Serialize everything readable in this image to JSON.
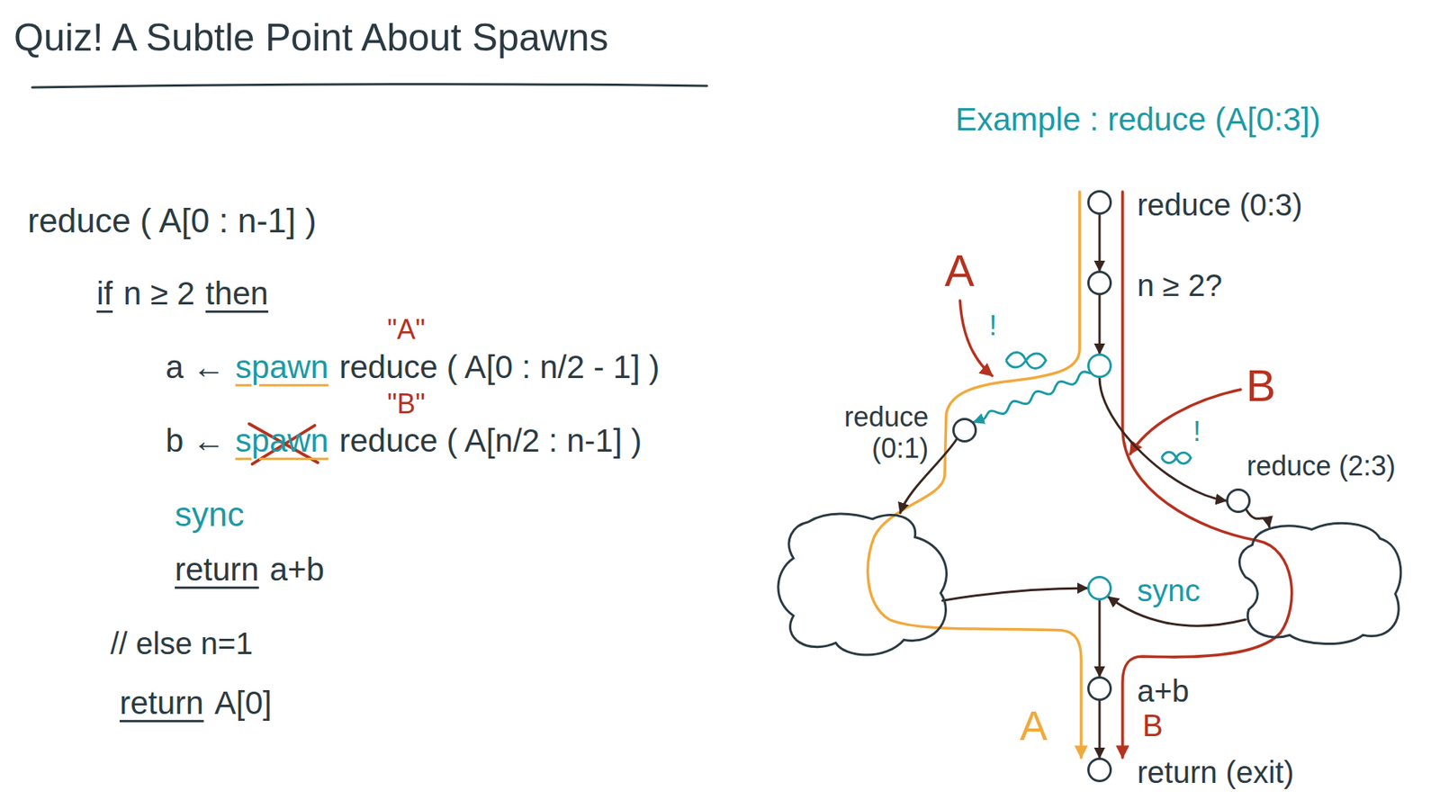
{
  "diagram": {
    "title": "Quiz! A Subtle Point About Spawns",
    "nodes": [
      {
        "text": [
          "reduce (0:3)"
        ]
      },
      {
        "text": [
          "n ≥ 2?"
        ]
      },
      {
        "text": []
      },
      {
        "text": [
          "reduce (0:1)"
        ]
      },
      {
        "text": [
          "reduce (2:3)"
        ]
      },
      {
        "text": []
      },
      {
        "text": []
      },
      {
        "text": [
          "sync"
        ]
      },
      {
        "text": [
          "a+b"
        ]
      },
      {
        "text": [
          "return (exit)"
        ]
      }
    ],
    "edges": [
      {
        "from": 0,
        "to": 1,
        "arrow": "to"
      },
      {
        "from": 1,
        "to": 2,
        "arrow": "to"
      },
      {
        "from": 2,
        "to": 3,
        "arrow": "to"
      },
      {
        "from": 2,
        "to": 4,
        "arrow": "to"
      },
      {
        "from": 3,
        "to": 5,
        "arrow": "to"
      },
      {
        "from": 4,
        "to": 6,
        "arrow": "to"
      },
      {
        "from": 5,
        "to": 7,
        "arrow": "to"
      },
      {
        "from": 6,
        "to": 7,
        "arrow": "to"
      },
      {
        "from": 7,
        "to": 8,
        "arrow": "to"
      },
      {
        "from": 8,
        "to": 9,
        "arrow": "to"
      }
    ],
    "labels": [
      "reduce ( A[0 : n-1] )",
      "if",
      "n ≥ 2",
      "then",
      "\"A\"",
      "a ←",
      "spawn",
      "reduce ( A[0 : n/2 - 1] )",
      "\"B\"",
      "b ←",
      "spawn",
      "reduce ( A[n/2 : n-1] )",
      "sync",
      "return",
      "a+b",
      "// else n=1",
      "return",
      "A[0]",
      "Example : reduce (A[0:3])",
      "A",
      "!",
      "B",
      "!",
      "A",
      "B"
    ]
  }
}
